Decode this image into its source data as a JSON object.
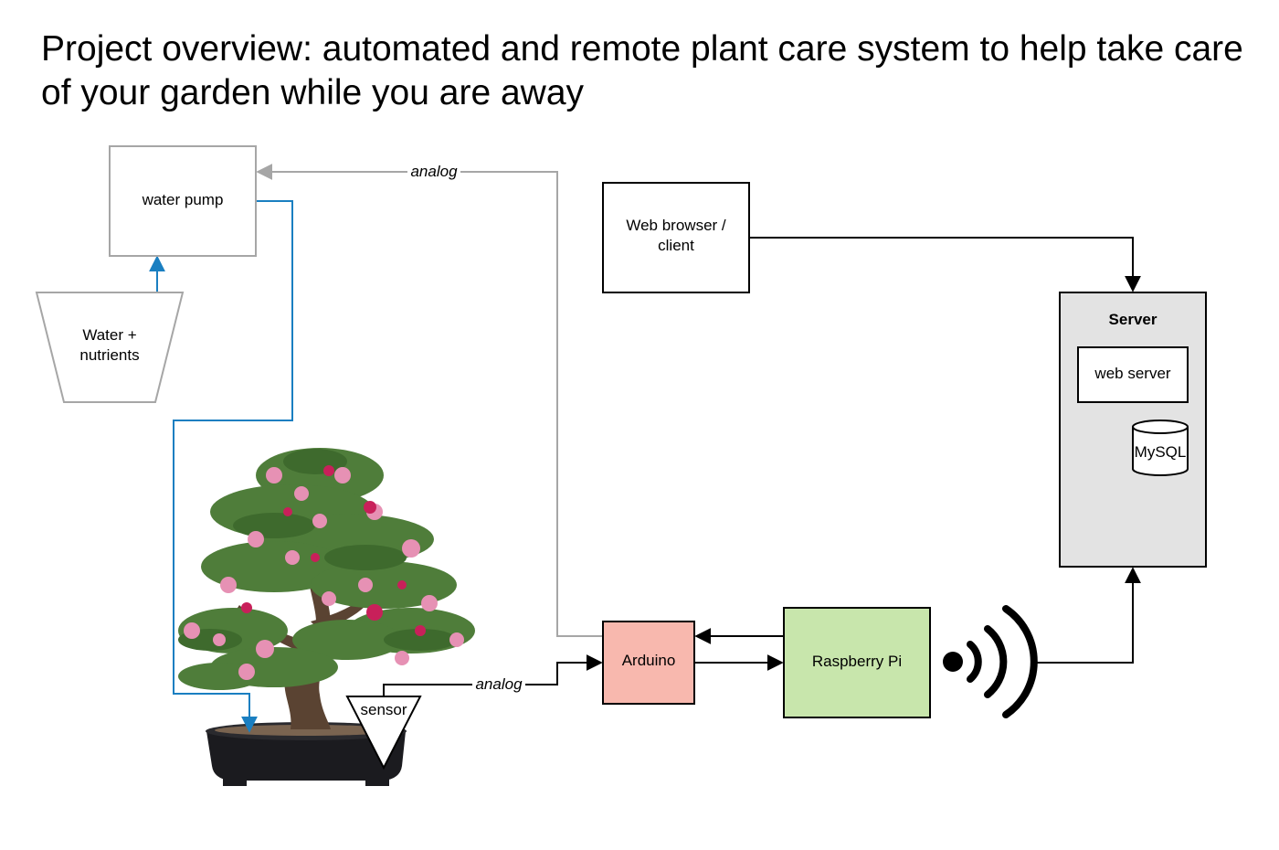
{
  "title": "Project overview: automated and remote plant care system to help take care of your garden while you are away",
  "nodes": {
    "water_pump": "water pump",
    "reservoir": [
      "Water +",
      "nutrients"
    ],
    "web_browser": [
      "Web browser /",
      "client"
    ],
    "server": "Server",
    "web_server": "web server",
    "mysql": "MySQL",
    "arduino": "Arduino",
    "raspberry_pi": "Raspberry Pi",
    "sensor": "sensor"
  },
  "edges": {
    "arduino_to_pump": "analog",
    "sensor_to_arduino": "analog"
  },
  "colors": {
    "water_line": "#1a7fc1",
    "analog_line": "#a6a6a6",
    "arduino_fill": "#f8b8ae",
    "raspberry_pi_fill": "#c8e6ac",
    "server_fill": "#e3e3e3",
    "pump_border": "#a6a6a6",
    "reservoir_border": "#a6a6a6"
  },
  "icons": [
    "bonsai-plant-image",
    "wifi-signal-icon"
  ]
}
